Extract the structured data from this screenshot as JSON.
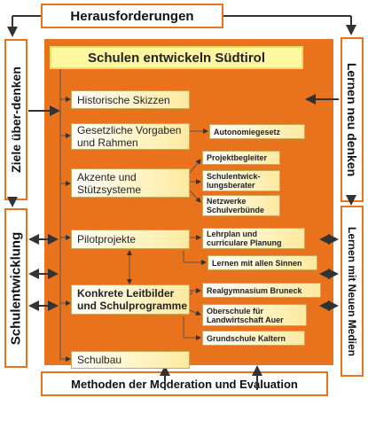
{
  "frame": {
    "top": "Herausforderungen",
    "bottom": "Methoden der Moderation und Evaluation",
    "left_top": "Ziele über-denken",
    "left_bottom": "Schulentwicklung",
    "right_top": "Lernen neu denken",
    "right_bottom": "Lernen mit Neuen Medien"
  },
  "title": "Schulen entwickeln Südtirol",
  "items": [
    {
      "label": "Historische Skizzen"
    },
    {
      "label": "Gesetzliche Vorgaben\nund Rahmen"
    },
    {
      "label": "Akzente und\nStützsysteme"
    },
    {
      "label": "Pilotprojekte"
    },
    {
      "label": "Konkrete Leitbilder\nund Schulprogramme"
    },
    {
      "label": "Schulbau"
    }
  ],
  "subitems": [
    {
      "label": "Autonomiegesetz"
    },
    {
      "label": "Projektbegleiter"
    },
    {
      "label": "Schulentwick-\nlungsberater"
    },
    {
      "label": "Netzwerke\nSchulverbünde"
    },
    {
      "label": "Lehrplan und\ncurriculare Planung"
    },
    {
      "label": "Lernen mit allen Sinnen"
    },
    {
      "label": "Realgymnasium Bruneck"
    },
    {
      "label": "Oberschule für\nLandwirtschaft Auer"
    },
    {
      "label": "Grundschule Kaltern"
    }
  ],
  "colors": {
    "accent": "#e8731c",
    "title_fill": "#fff8a0",
    "box_fill": "#fde9a0"
  }
}
